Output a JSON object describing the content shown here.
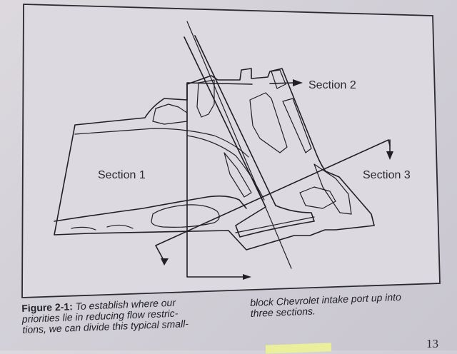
{
  "figure": {
    "labels": {
      "section1": "Section 1",
      "section2": "Section 2",
      "section3": "Section 3"
    }
  },
  "caption": {
    "figure_number": "Figure 2-1:",
    "left_text_1": " To establish where our",
    "left_text_2": "priorities lie in reducing flow restric-",
    "left_text_3": "tions, we can divide this typical small-",
    "right_text_1": "block Chevrolet intake port up into",
    "right_text_2": "three sections."
  },
  "page_number": "13"
}
